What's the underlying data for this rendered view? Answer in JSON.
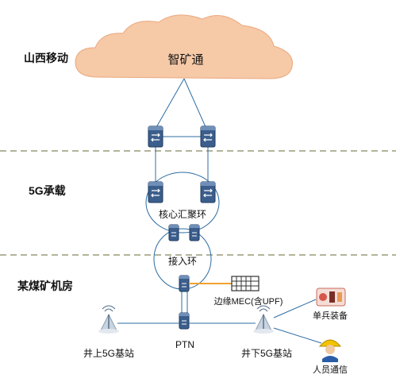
{
  "zones": {
    "shanxi": "山西移动",
    "bearer": "5G承载",
    "coalmine": "某煤矿机房"
  },
  "cloud": {
    "label": "智矿通"
  },
  "rings": {
    "core": "核心汇聚环",
    "access": "接入环"
  },
  "nodes": {
    "mec": "边缘MEC(含UPF)",
    "ptn": "PTN",
    "surface_bs": "井上5G基站",
    "under_bs": "井下5G基站",
    "soldier": "单兵装备",
    "personnel": "人员通信"
  },
  "colors": {
    "cloud_fill": "#f6c9a7",
    "cloud_stroke": "#e9a87f",
    "link_blue": "#2d6ca2",
    "link_orange": "#f0a12e",
    "divider": "#b3b49a",
    "router_fill": "#3b5e8c"
  }
}
